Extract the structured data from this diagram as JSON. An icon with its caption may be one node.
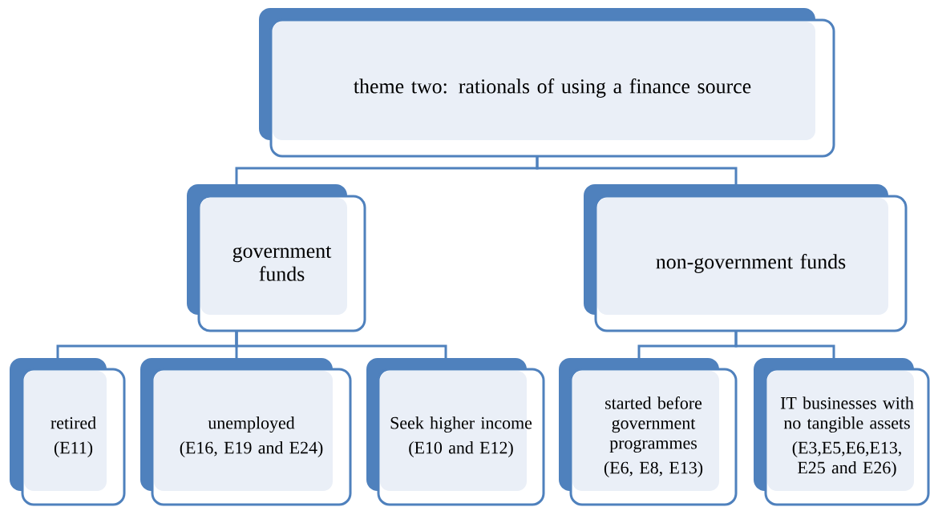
{
  "diagram": {
    "nodes": [
      {
        "text": [
          "theme two: rationals of using a finance source"
        ]
      },
      {
        "text": [
          "government funds"
        ]
      },
      {
        "text": [
          "non-government funds"
        ]
      },
      {
        "text": [
          "retired",
          "(E11)"
        ]
      },
      {
        "text": [
          "unemployed",
          "(E16, E19 and E24)"
        ]
      },
      {
        "text": [
          "Seek higher income",
          "(E10 and E12)"
        ]
      },
      {
        "text": [
          "started before government programmes",
          "(E6, E8, E13)"
        ]
      },
      {
        "text": [
          "IT businesses with no tangible assets",
          "(E3,E5,E6,E13, E25 and E26)"
        ]
      }
    ],
    "edges": [
      {
        "from": 0,
        "to": 1,
        "arrow": "none"
      },
      {
        "from": 0,
        "to": 2,
        "arrow": "none"
      },
      {
        "from": 1,
        "to": 3,
        "arrow": "none"
      },
      {
        "from": 1,
        "to": 4,
        "arrow": "none"
      },
      {
        "from": 1,
        "to": 5,
        "arrow": "none"
      },
      {
        "from": 2,
        "to": 6,
        "arrow": "none"
      },
      {
        "from": 2,
        "to": 7,
        "arrow": "none"
      }
    ]
  }
}
